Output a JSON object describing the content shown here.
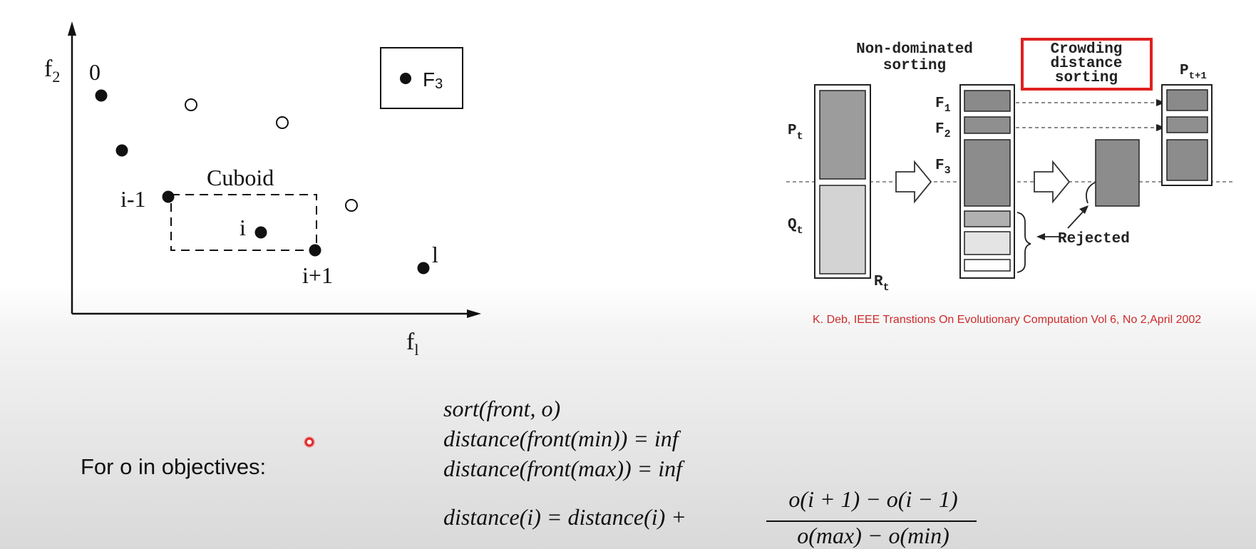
{
  "crowding_plot": {
    "y_axis_label": "f",
    "y_axis_sub": "2",
    "x_axis_label": "f",
    "x_axis_sub": "l",
    "legend_label": "F",
    "legend_sub": "3",
    "cuboid_label": "Cuboid",
    "point_labels": {
      "first": "0",
      "prev": "i-1",
      "current": "i",
      "next": "i+1",
      "last": "l"
    }
  },
  "nsga_diagram": {
    "heading_sorting": [
      "Non-dominated",
      "sorting"
    ],
    "heading_crowding": [
      "Crowding",
      "distance",
      "sorting"
    ],
    "population_labels": {
      "parent": "P",
      "parent_sub": "t",
      "offspring": "Q",
      "offspring_sub": "t",
      "combined": "R",
      "combined_sub": "t",
      "next": "P",
      "next_sub": "t+1"
    },
    "front_labels": [
      {
        "main": "F",
        "sub": "1"
      },
      {
        "main": "F",
        "sub": "2"
      },
      {
        "main": "F",
        "sub": "3"
      }
    ],
    "rejected_label": "Rejected",
    "highlight_color": "#e02020"
  },
  "citation": "K. Deb, IEEE Transtions On Evolutionary Computation Vol 6, No 2,April 2002",
  "pseudocode": {
    "loop_label": "For o in objectives:",
    "line1": "sort(front, o)",
    "line2": "distance(front(min)) = inf",
    "line3": "distance(front(max)) = inf",
    "line4_lhs": "distance(i) = distance(i) +",
    "fraction_numerator": "o(i + 1) − o(i − 1)",
    "fraction_denominator": "o(max) − o(min)"
  }
}
